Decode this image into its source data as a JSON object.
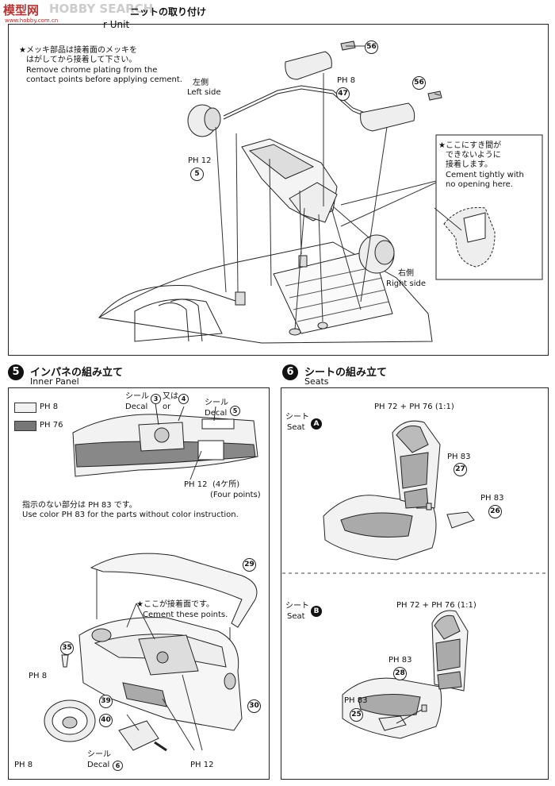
{
  "watermark": {
    "logo": "模型网",
    "text": "HOBBY SEARCH",
    "url": "www.hobby.com.cn"
  },
  "section4": {
    "title_fragment": "ニットの取り付け",
    "title_en_fragment": "r Unit"
  },
  "muffler_note": {
    "ja1": "★メッキ部品は接着面のメッキを",
    "ja2": "はがしてから接着して下さい。",
    "en1": "Remove chrome plating from the",
    "en2": "contact points before applying cement."
  },
  "left_side": {
    "ja": "左側",
    "en": "Left side"
  },
  "right_side": {
    "ja": "右側",
    "en": "Right side"
  },
  "gap_note": {
    "ja1": "★ここにすき間が",
    "ja2": "できないように",
    "ja3": "接着します。",
    "en1": "Cement tightly with",
    "en2": "no opening here."
  },
  "s4_parts": {
    "p56a": "56",
    "p56b": "56",
    "p47": "47",
    "p5": "5",
    "ph8": "PH 8",
    "ph12": "PH 12"
  },
  "section5": {
    "num": "5",
    "title_ja": "インパネの組み立て",
    "title_en": "Inner Panel"
  },
  "legend": [
    {
      "label": "PH 8",
      "color": "#f2f2f2"
    },
    {
      "label": "PH 76",
      "color": "#777777"
    }
  ],
  "decal_a": {
    "ja": "シール",
    "en": "Decal",
    "n1": "3",
    "or_ja": "又は",
    "or_en": "or",
    "n2": "4"
  },
  "decal_b": {
    "ja": "シール",
    "en": "Decal",
    "n": "5"
  },
  "four_points": {
    "ph": "PH 12",
    "ja": "(4ケ所)",
    "en": "(Four points)"
  },
  "color_note": {
    "ja": "指示のない部分は PH 83 です。",
    "en": "Use color PH 83 for the parts without color instruction."
  },
  "cement_note": {
    "ja": "★ここが接着面です。",
    "en": "Cement these points."
  },
  "s5_parts": {
    "p29": "29",
    "p35": "35",
    "p39": "39",
    "p40": "40",
    "p30": "30",
    "ph8a": "PH 8",
    "ph8b": "PH 8",
    "ph12": "PH 12",
    "decal_ja": "シール",
    "decal_en": "Decal",
    "decal_n": "6"
  },
  "section6": {
    "num": "6",
    "title_ja": "シートの組み立て",
    "title_en": "Seats"
  },
  "seat_a": {
    "ja": "シート",
    "en": "Seat",
    "letter": "A",
    "mix": "PH 72 + PH 76 (1:1)",
    "ph83a": "PH 83",
    "ph83b": "PH 83",
    "p27": "27",
    "p26": "26"
  },
  "seat_b": {
    "ja": "シート",
    "en": "Seat",
    "letter": "B",
    "mix": "PH 72 + PH 76 (1:1)",
    "ph83a": "PH 83",
    "ph83b": "PH 83",
    "p28": "28",
    "p25": "25"
  }
}
